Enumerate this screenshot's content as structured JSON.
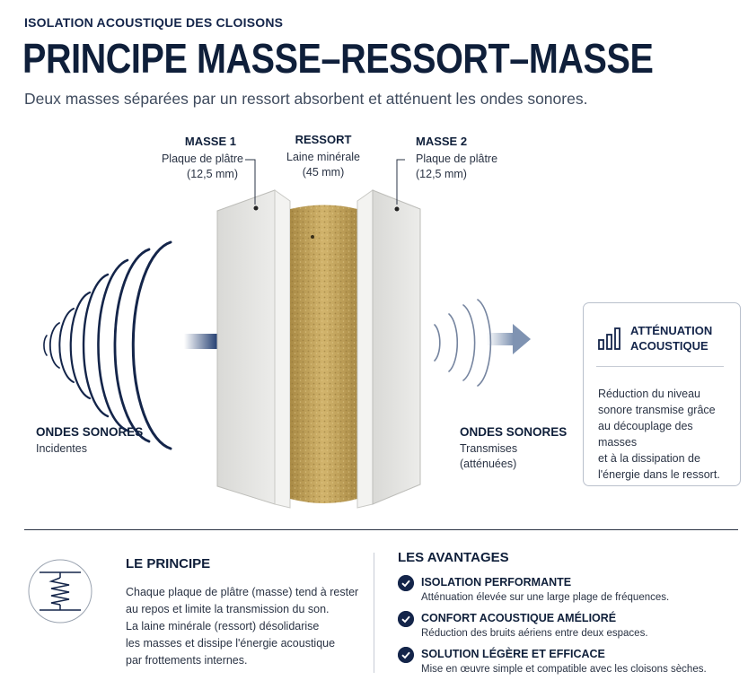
{
  "header": {
    "kicker": "ISOLATION ACOUSTIQUE DES CLOISONS",
    "title": "PRINCIPE MASSE–RESSORT–MASSE",
    "subtitle": "Deux masses séparées par un ressort absorbent et atténuent les ondes sonores."
  },
  "diagram": {
    "mass1": {
      "title": "MASSE 1",
      "line1": "Plaque de plâtre",
      "line2": "(12,5 mm)"
    },
    "spring": {
      "title": "RESSORT",
      "line1": "Laine minérale",
      "line2": "(45 mm)"
    },
    "mass2": {
      "title": "MASSE 2",
      "line1": "Plaque de plâtre",
      "line2": "(12,5 mm)"
    },
    "incident": {
      "title": "ONDES SONORES",
      "line1": "Incidentes"
    },
    "transmitted": {
      "title": "ONDES SONORES",
      "line1": "Transmises",
      "line2": "(atténuées)"
    }
  },
  "card": {
    "title_line1": "ATTÉNUATION",
    "title_line2": "ACOUSTIQUE",
    "icon": "bar-chart-icon",
    "lines": [
      "Réduction du niveau",
      "sonore transmise grâce",
      "au découplage des masses",
      "et à la dissipation de",
      "l'énergie dans le ressort."
    ]
  },
  "principle": {
    "title": "LE PRINCIPE",
    "icon": "spring-icon",
    "lines": [
      "Chaque plaque de plâtre (masse) tend à rester",
      "au repos et limite la transmission du son.",
      "La laine minérale (ressort) désolidarise",
      "les masses et dissipe l'énergie acoustique",
      "par frottements internes."
    ]
  },
  "advantages": {
    "title": "LES AVANTAGES",
    "items": [
      {
        "title": "ISOLATION PERFORMANTE",
        "desc": "Atténuation élevée sur une large plage de fréquences."
      },
      {
        "title": "CONFORT ACOUSTIQUE AMÉLIORÉ",
        "desc": "Réduction des bruits aériens entre deux espaces."
      },
      {
        "title": "SOLUTION LÉGÈRE ET EFFICACE",
        "desc": "Mise en œuvre simple et compatible avec les cloisons sèches."
      }
    ]
  },
  "colors": {
    "navy": "#14254a",
    "board": "#e4e4e1",
    "wool": "#c9a85e"
  }
}
